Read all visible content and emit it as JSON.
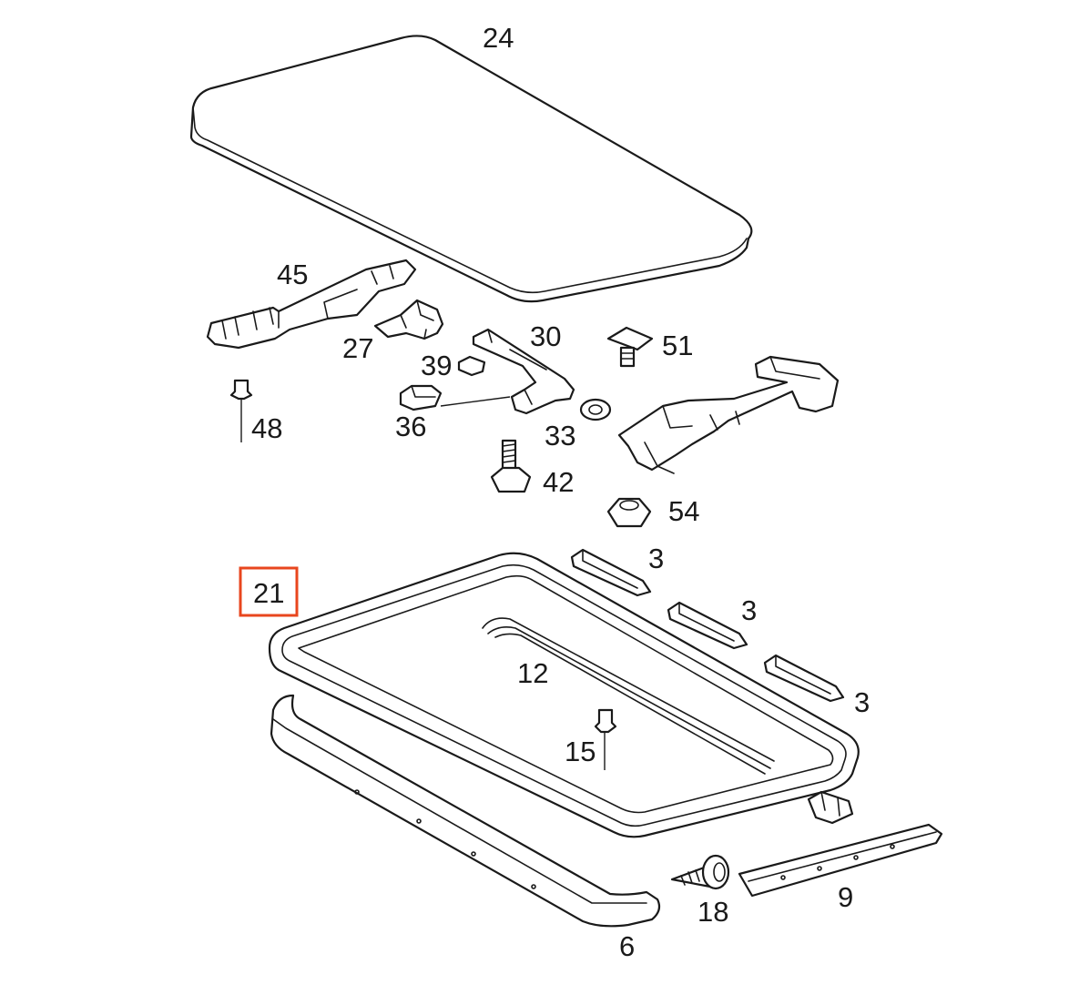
{
  "diagram": {
    "highlight_color": "#e8461e",
    "highlighted_part": "21",
    "callouts": {
      "p24": "24",
      "p45": "45",
      "p27": "27",
      "p30": "30",
      "p51": "51",
      "p39": "39",
      "p48": "48",
      "p36": "36",
      "p33": "33",
      "p42": "42",
      "p54": "54",
      "p3a": "3",
      "p3b": "3",
      "p3c": "3",
      "p21": "21",
      "p12": "12",
      "p15": "15",
      "p9": "9",
      "p18": "18",
      "p6": "6"
    }
  }
}
